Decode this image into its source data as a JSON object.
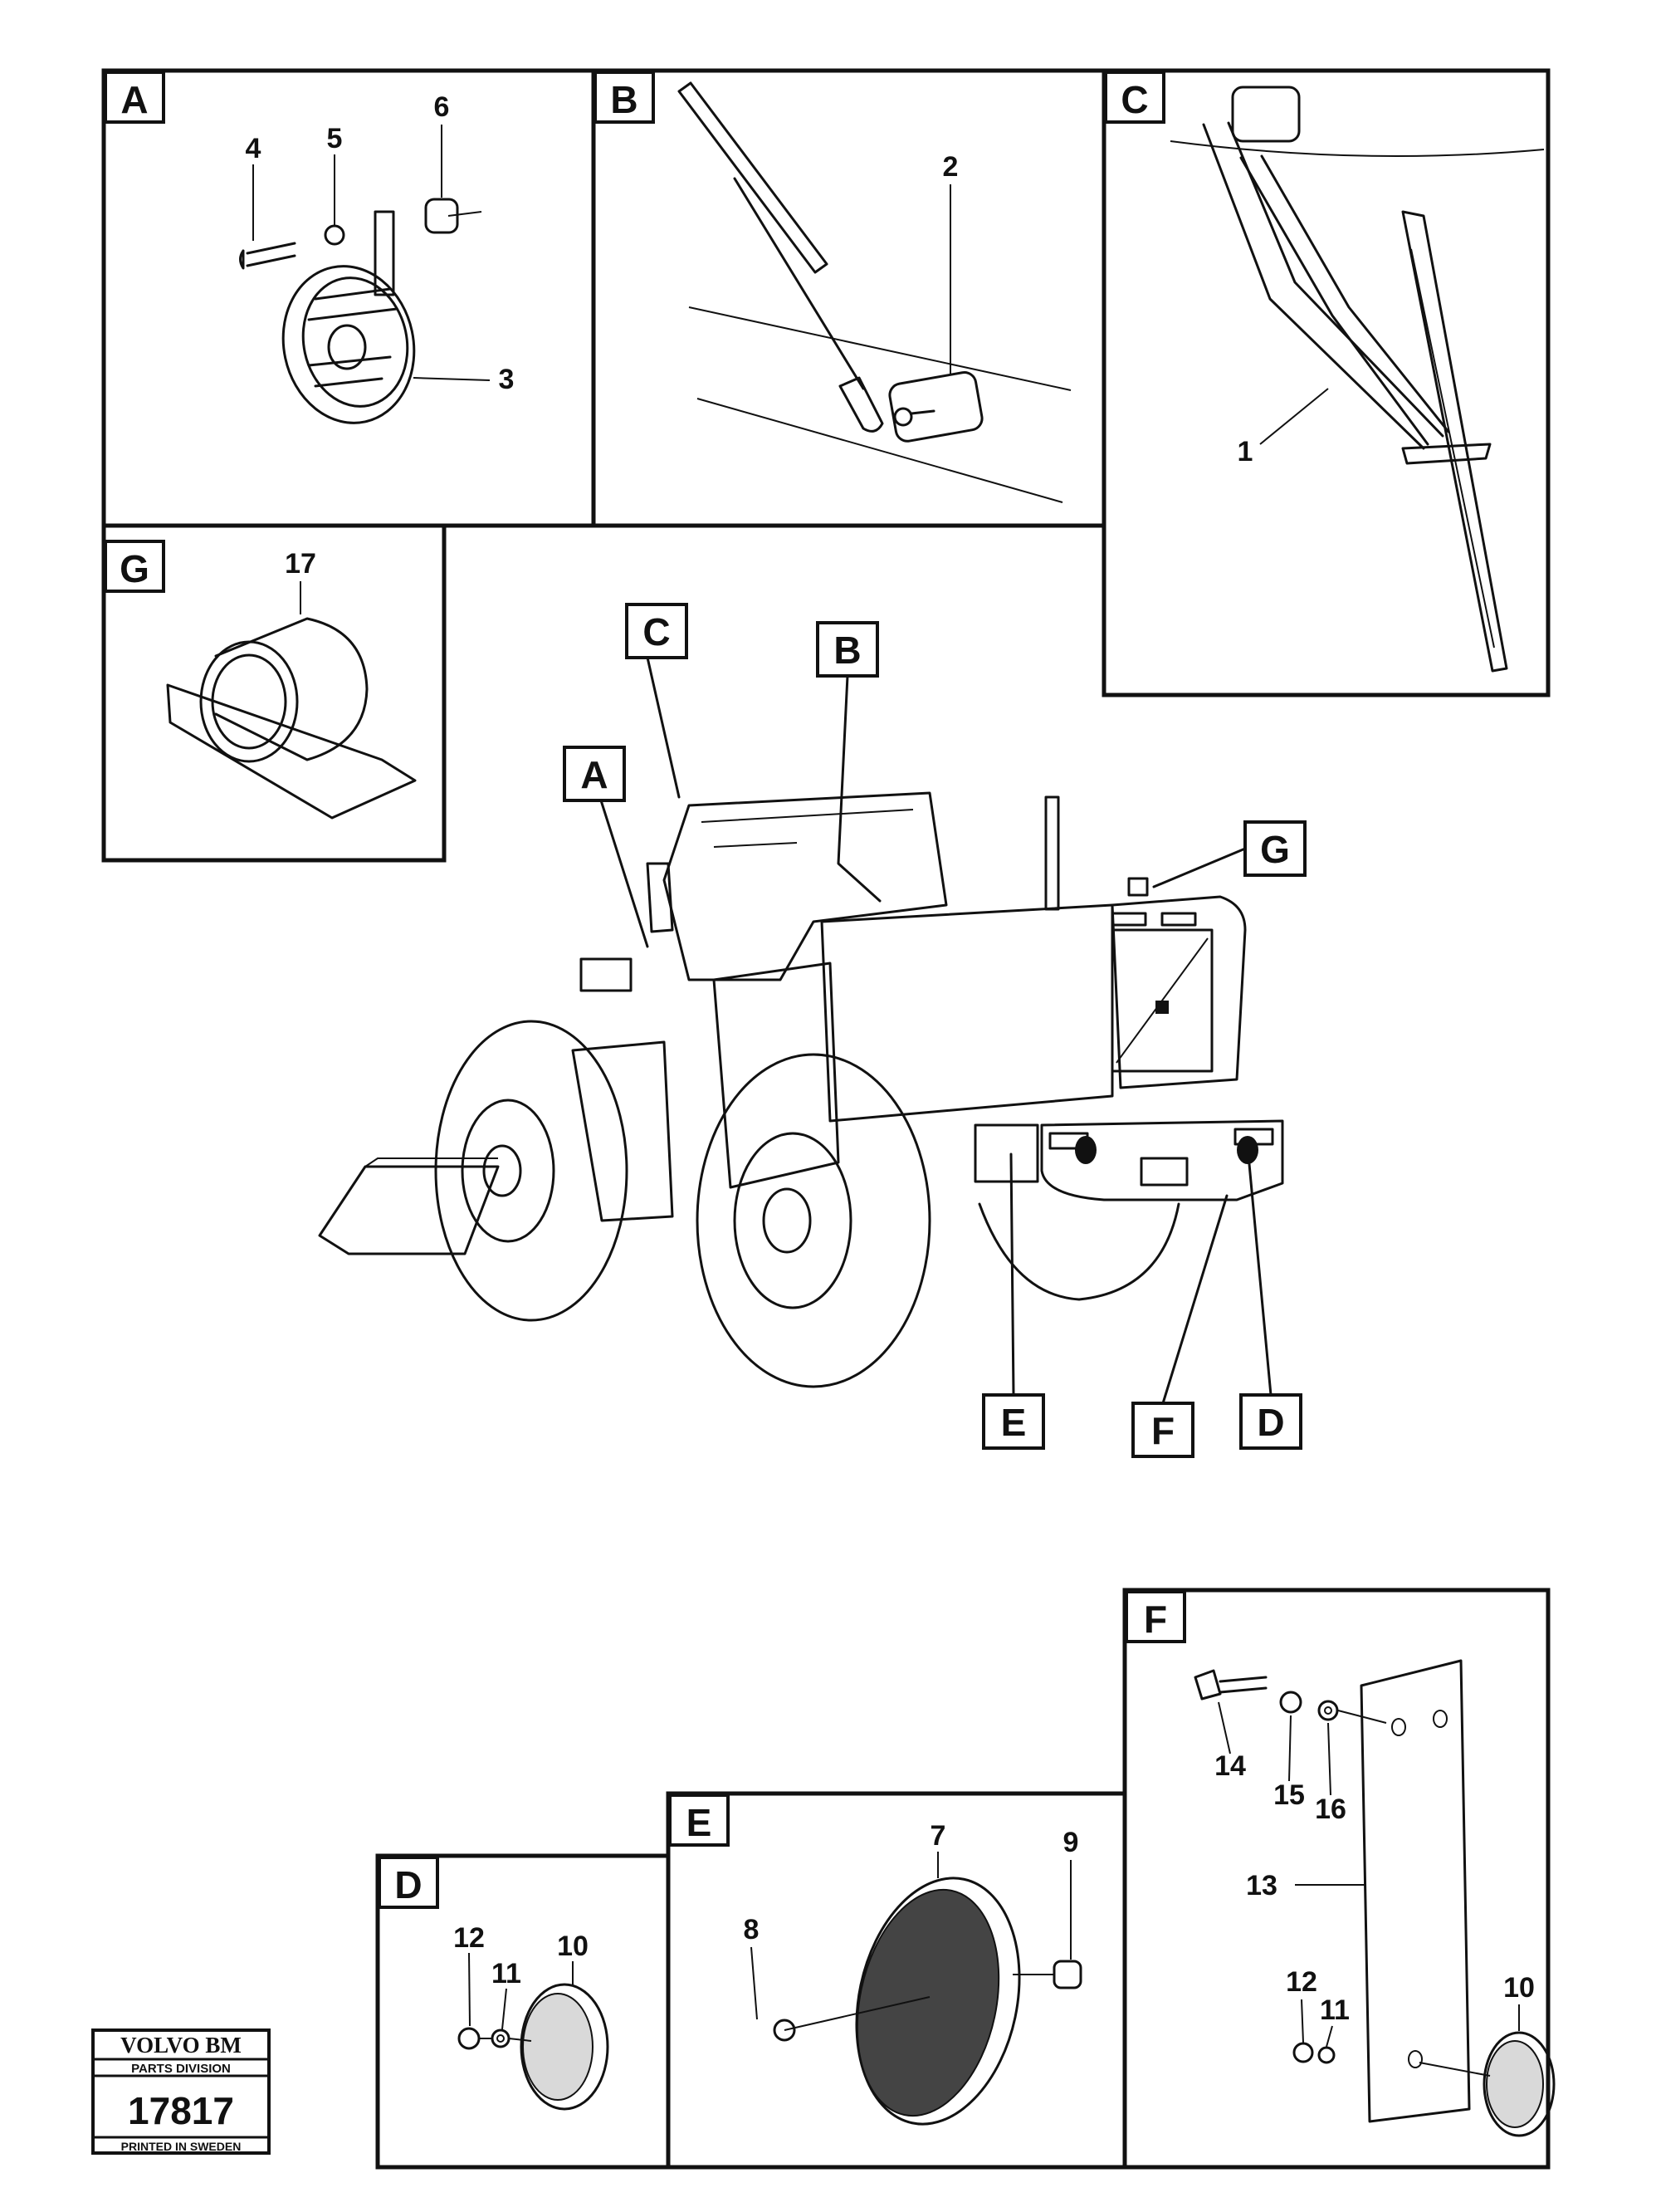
{
  "panels": {
    "A": {
      "label": "A",
      "parts": [
        "4",
        "5",
        "6",
        "3"
      ]
    },
    "B": {
      "label": "B",
      "parts": [
        "2"
      ]
    },
    "C": {
      "label": "C",
      "parts": [
        "1"
      ]
    },
    "G": {
      "label": "G",
      "parts": [
        "17"
      ]
    },
    "D": {
      "label": "D",
      "parts": [
        "12",
        "11",
        "10"
      ]
    },
    "E": {
      "label": "E",
      "parts": [
        "8",
        "7",
        "9"
      ]
    },
    "F": {
      "label": "F",
      "parts": [
        "14",
        "15",
        "16",
        "13",
        "12",
        "11",
        "10"
      ]
    }
  },
  "callouts": {
    "A": "A",
    "B": "B",
    "C": "C",
    "G": "G",
    "E": "E",
    "F": "F",
    "D": "D"
  },
  "logo": {
    "brand": "VOLVO BM",
    "division": "PARTS DIVISION",
    "number": "17817",
    "footer": "PRINTED IN SWEDEN"
  }
}
